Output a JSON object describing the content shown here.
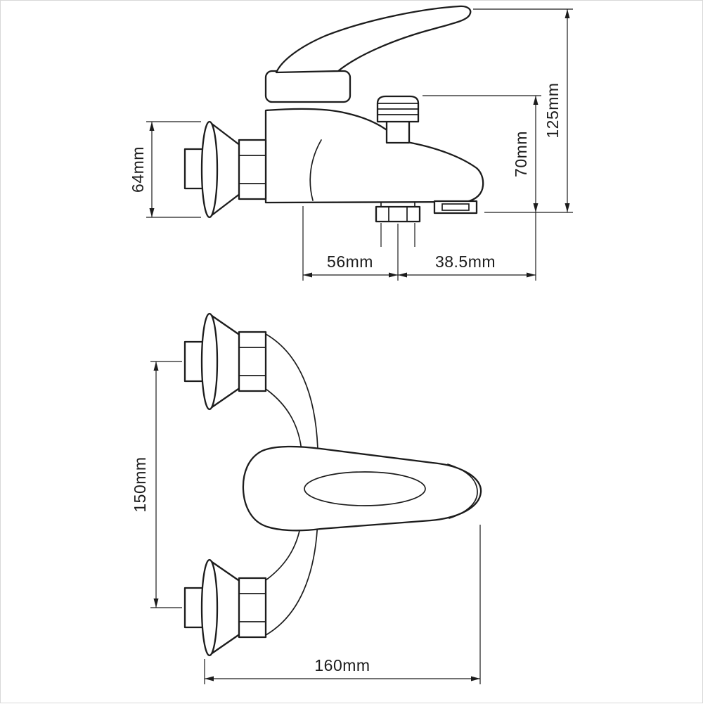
{
  "diagram": {
    "background": "#ffffff",
    "line_color": "#1c1c1c",
    "side_view": {
      "dims": {
        "flange_diameter": "64mm",
        "total_height": "125mm",
        "spout_height": "70mm",
        "body_depth": "56mm",
        "spout_reach": "38.5mm"
      }
    },
    "front_view": {
      "dims": {
        "inlet_spacing": "150mm",
        "overall_width": "160mm"
      }
    }
  }
}
